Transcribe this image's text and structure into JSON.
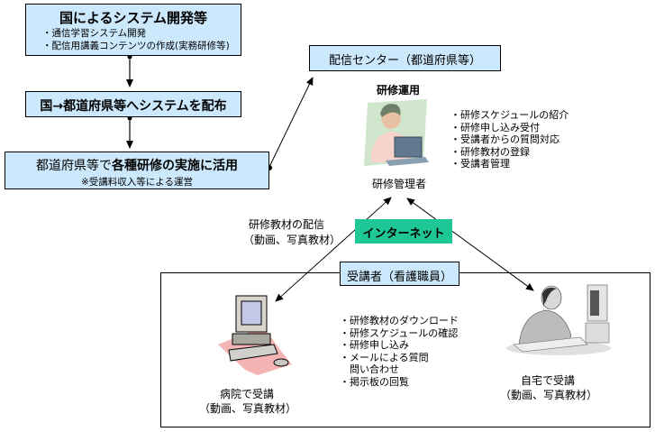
{
  "national_dev": {
    "title": "国によるシステム開発等",
    "items": [
      "・通信学習システム開発",
      "・配信用講義コンテンツの作成(実務研修等)"
    ]
  },
  "distribution": {
    "title": "国→都道府県等へシステムを配布"
  },
  "prefecture_use": {
    "title_normal": "都道府県等で",
    "title_bold": "各種研修の実施に活用",
    "note": "※受講料収入等による運営"
  },
  "center": {
    "title": "配信センター（都道府県等）"
  },
  "operation": {
    "heading": "研修運用",
    "admin_label": "研修管理者",
    "tasks": [
      "・研修スケジュールの紹介",
      "・研修申し込み受付",
      "・受講者からの質問対応",
      "・研修教材の登録",
      "・受講者管理"
    ]
  },
  "delivery": {
    "line1": "研修教材の配信",
    "line2": "（動画、写真教材）"
  },
  "internet": {
    "label": "インターネット",
    "color": "#1ec896"
  },
  "learners": {
    "title": "受講者（看護職員）",
    "hospital": {
      "line1": "病院で受講",
      "line2": "（動画、写真教材）"
    },
    "home": {
      "line1": "自宅で受講",
      "line2": "（動画、写真教材）"
    },
    "functions": [
      "・研修教材のダウンロード",
      "・研修スケジュールの確認",
      "・研修申し込み",
      "・メールによる質問",
      "　問い合わせ",
      "・掲示板の回覧"
    ]
  },
  "colors": {
    "box_fill": "#cce8fc",
    "internet_fill": "#1ec896",
    "pink": "#f4b4b4"
  }
}
